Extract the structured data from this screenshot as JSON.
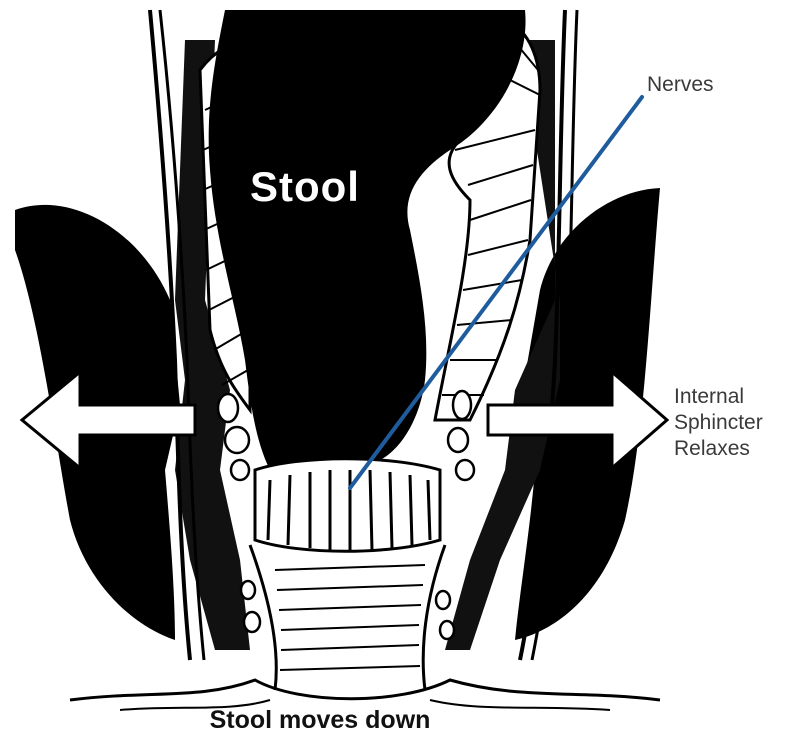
{
  "labels": {
    "stool": "Stool",
    "nerves": "Nerves",
    "sphincter_line1": "Internal",
    "sphincter_line2": "Sphincter",
    "sphincter_line3": "Relaxes",
    "caption": "Stool moves down"
  },
  "colors": {
    "ink": "#000000",
    "nerve_line": "#1f5c9e",
    "label_text": "#3a3a3a"
  }
}
